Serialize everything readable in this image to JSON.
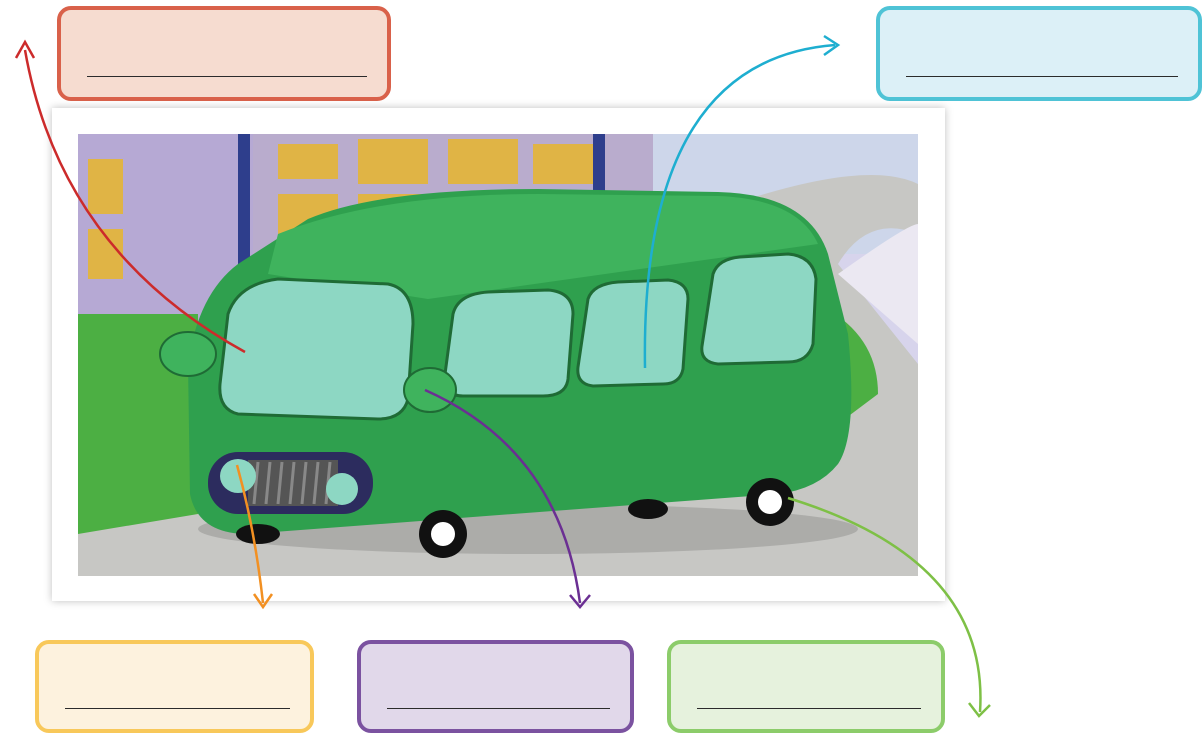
{
  "colors": {
    "red": {
      "border": "#d9614a",
      "fill": "#f6dcd0"
    },
    "cyan": {
      "border": "#4fc3d6",
      "fill": "#dcf0f7"
    },
    "orange": {
      "border": "#f8c85a",
      "fill": "#fdf2de"
    },
    "purple": {
      "border": "#7b52a0",
      "fill": "#e1d8ea"
    },
    "green": {
      "border": "#8ccc6a",
      "fill": "#e6f2dd"
    },
    "arrow_red": "#cc2b2b",
    "arrow_cyan": "#1eaed0",
    "arrow_orange": "#f29022",
    "arrow_purple": "#6b2f93",
    "arrow_green": "#7ec046",
    "bus_body": "#2fa04e",
    "bus_window": "#8dd7c3",
    "building": "#b6a9d4",
    "road": "#c7c7c4",
    "grass": "#4caf43"
  },
  "labels": [
    {
      "id": "windshield",
      "answer": ""
    },
    {
      "id": "side-window",
      "answer": ""
    },
    {
      "id": "headlight",
      "answer": ""
    },
    {
      "id": "mirror",
      "answer": ""
    },
    {
      "id": "wheel",
      "answer": ""
    }
  ]
}
